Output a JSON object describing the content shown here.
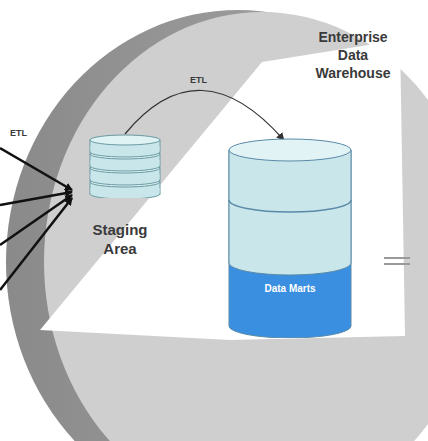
{
  "diagram": {
    "nodes": [
      {
        "text": [
          "Staging Area"
        ]
      },
      {
        "text": [
          "Enterprise Data Warehouse"
        ]
      },
      {
        "text": [
          "Data Marts"
        ],
        "in": 1
      }
    ],
    "edges": [
      {
        "from": 0,
        "to": 1,
        "label": "ETL",
        "arrow": "to"
      }
    ],
    "labels": [
      "ETL"
    ]
  }
}
